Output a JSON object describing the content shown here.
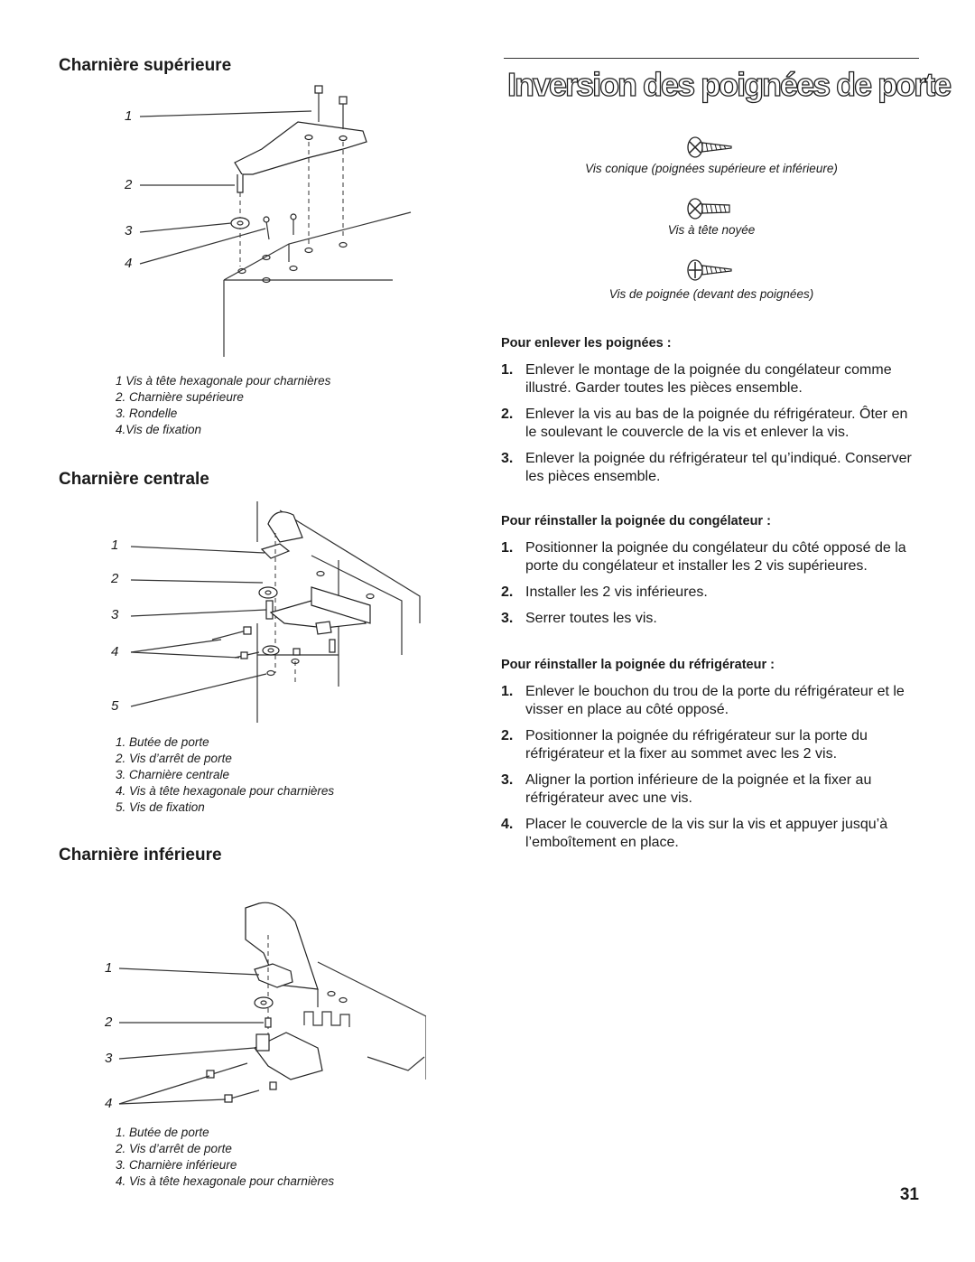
{
  "left": {
    "top_hinge": {
      "title": "Charnière supérieure",
      "callouts": [
        "1",
        "2",
        "3",
        "4"
      ],
      "legend": [
        "1 Vis à tête hexagonale pour charnières",
        "2. Charnière supérieure",
        "3. Rondelle",
        "4.Vis de fixation"
      ]
    },
    "center_hinge": {
      "title": "Charnière centrale",
      "callouts": [
        "1",
        "2",
        "3",
        "4",
        "5"
      ],
      "legend": [
        "1. Butée de porte",
        "2. Vis d’arrêt de porte",
        "3. Charnière centrale",
        "4. Vis à tête hexagonale pour charnières",
        "5. Vis de fixation"
      ]
    },
    "bottom_hinge": {
      "title": "Charnière inférieure",
      "callouts": [
        "1",
        "2",
        "3",
        "4"
      ],
      "legend": [
        "1. Butée de porte",
        "2. Vis d’arrêt de porte",
        "3. Charnière inférieure",
        "4. Vis à tête hexagonale pour charnières"
      ]
    }
  },
  "right": {
    "title": "Inversion des poignées de porte",
    "screws": [
      {
        "caption": "Vis conique (poignées supérieure et inférieure)",
        "icon": "tapered-screw-icon"
      },
      {
        "caption": "Vis à tête noyée",
        "icon": "countersunk-screw-icon"
      },
      {
        "caption": "Vis de poignée (devant des poignées)",
        "icon": "handle-screw-icon"
      }
    ],
    "sections": [
      {
        "heading": "Pour enlever les poignées :",
        "steps": [
          {
            "num": "1.",
            "text": "Enlever le montage de la poignée du congélateur comme illustré. Garder toutes les pièces ensemble."
          },
          {
            "num": "2.",
            "text": "Enlever la vis au bas de la poignée du réfrigérateur. Ôter en le soulevant le couvercle de la vis et enlever la vis."
          },
          {
            "num": "3.",
            "text": "Enlever la poignée du réfrigérateur tel qu’indiqué. Conserver les pièces ensemble."
          }
        ]
      },
      {
        "heading": "Pour réinstaller la poignée du congélateur :",
        "steps": [
          {
            "num": "1.",
            "text": "Positionner la poignée du congélateur du côté opposé de la porte du congélateur et installer les 2 vis supérieures."
          },
          {
            "num": "2.",
            "text": "Installer les 2 vis inférieures."
          },
          {
            "num": "3.",
            "text": "Serrer toutes les vis."
          }
        ]
      },
      {
        "heading": "Pour réinstaller la poignée du réfrigérateur :",
        "steps": [
          {
            "num": "1.",
            "text": "Enlever le bouchon du trou de la porte du réfrigérateur et le visser en place au côté opposé."
          },
          {
            "num": "2.",
            "text": "Positionner la poignée du réfrigérateur sur la porte du réfrigérateur et la fixer au sommet avec les 2 vis."
          },
          {
            "num": "3.",
            "text": "Aligner la portion inférieure de la poignée et la fixer au réfrigérateur avec une vis."
          },
          {
            "num": "4.",
            "text": "Placer le couvercle de la vis sur la vis et appuyer jusqu’à l’emboîtement en place."
          }
        ]
      }
    ]
  },
  "page_number": "31"
}
